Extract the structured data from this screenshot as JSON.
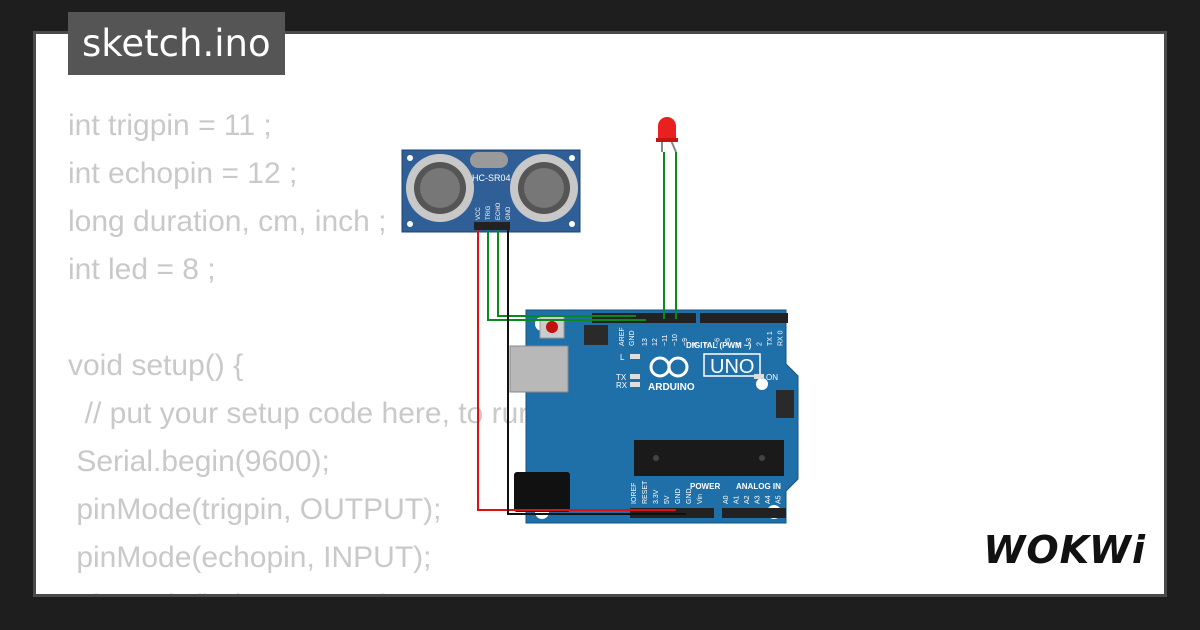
{
  "tab": {
    "filename": "sketch.ino"
  },
  "code_lines": [
    "int trigpin = 11 ;",
    "int echopin = 12 ;",
    "long duration, cm, inch ;",
    "int led = 8 ;",
    "",
    "void setup() {",
    "  // put your setup code here, to run once:",
    " Serial.begin(9600);",
    " pinMode(trigpin, OUTPUT);",
    " pinMode(echopin, INPUT);",
    " pinMode(led, OUTPUT);"
  ],
  "sensor": {
    "model": "HC-SR04",
    "pins": [
      "VCC",
      "TRIG",
      "ECHO",
      "GND"
    ]
  },
  "arduino": {
    "brand": "ARDUINO",
    "model": "UNO",
    "digital_header": "DIGITAL (PWM ~)",
    "power_header": "POWER",
    "analog_header": "ANALOG IN",
    "on_label": "ON",
    "tx_label": "TX",
    "rx_label": "RX",
    "l_label": "L",
    "aref": "AREF",
    "gnd": "GND",
    "digital_pins": [
      "13",
      "12",
      "~11",
      "~10",
      "~9",
      "8",
      "7",
      "~6",
      "~5",
      "4",
      "~3",
      "2",
      "TX 1",
      "RX 0"
    ],
    "power_pins": [
      "IOREF",
      "RESET",
      "3.3V",
      "5V",
      "GND",
      "GND",
      "Vin"
    ],
    "analog_pins": [
      "A0",
      "A1",
      "A2",
      "A3",
      "A4",
      "A5"
    ]
  },
  "logo": {
    "text": "WOKWi"
  },
  "colors": {
    "board": "#1f6fa8",
    "sensor": "#2f5f96",
    "wire_green": "#0a8a1e",
    "wire_red": "#e01010",
    "wire_black": "#111111",
    "led": "#e82020"
  }
}
